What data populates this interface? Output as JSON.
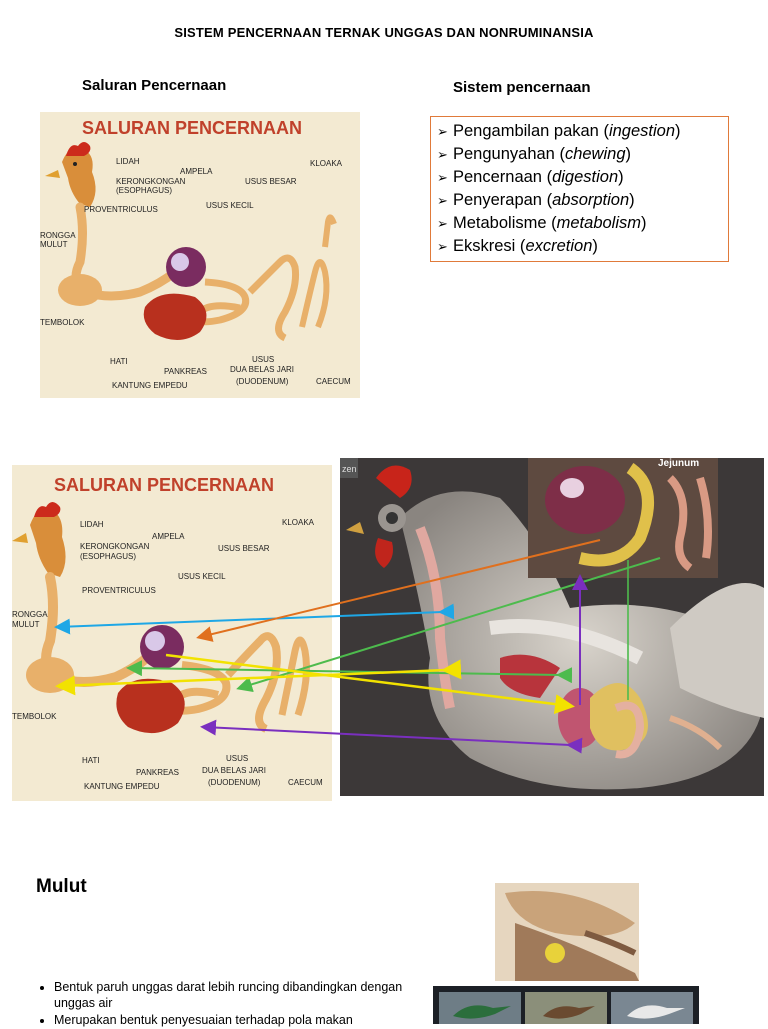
{
  "document": {
    "title": "SISTEM PENCERNAAN TERNAK UNGGAS DAN NONRUMINANSIA",
    "left_heading": "Saluran Pencernaan",
    "right_heading": "Sistem pencernaan"
  },
  "digestion_list": [
    {
      "term": "Pengambilan pakan",
      "english": "ingestion"
    },
    {
      "term": "Pengunyahan",
      "english": "chewing"
    },
    {
      "term": "Pencernaan",
      "english": "digestion"
    },
    {
      "term": "Penyerapan",
      "english": "absorption"
    },
    {
      "term": "Metabolisme",
      "english": "metabolism"
    },
    {
      "term": "Ekskresi",
      "english": "excretion"
    }
  ],
  "diagram": {
    "title": "SALURAN PENCERNAAN",
    "labels": {
      "lidah": "LIDAH",
      "kerongkongan": "KERONGKONGAN",
      "esophagus": "(ESOPHAGUS)",
      "ampela": "AMPELA",
      "kloaka": "KLOAKA",
      "usus_besar": "USUS BESAR",
      "usus_kecil": "USUS KECIL",
      "proventriculus": "PROVENTRICULUS",
      "rongga": "RONGGA",
      "mulut": "MULUT",
      "tembolok": "TEMBOLOK",
      "hati": "HATI",
      "pankreas": "PANKREAS",
      "kantung_empedu": "KANTUNG EMPEDU",
      "usus": "USUS",
      "dua_belas_jari": "DUA BELAS JARI",
      "duodenum": "(DUODENUM)",
      "caecum": "CAECUM"
    }
  },
  "render": {
    "tag": "Jejunum",
    "corner_tag": "zen"
  },
  "mulut": {
    "heading": "Mulut",
    "bullets": [
      "Bentuk paruh unggas darat lebih runcing dibandingkan dengan unggas air",
      "Merupakan bentuk penyesuaian terhadap pola makan"
    ]
  },
  "colors": {
    "box_border": "#e07a3a",
    "diagram_title": "#c0412b",
    "arrow_blue": "#1ea7e6",
    "arrow_orange": "#e0701e",
    "arrow_green": "#4dbb4d",
    "arrow_yellow": "#f2e200",
    "arrow_purple": "#7a2fbf"
  }
}
